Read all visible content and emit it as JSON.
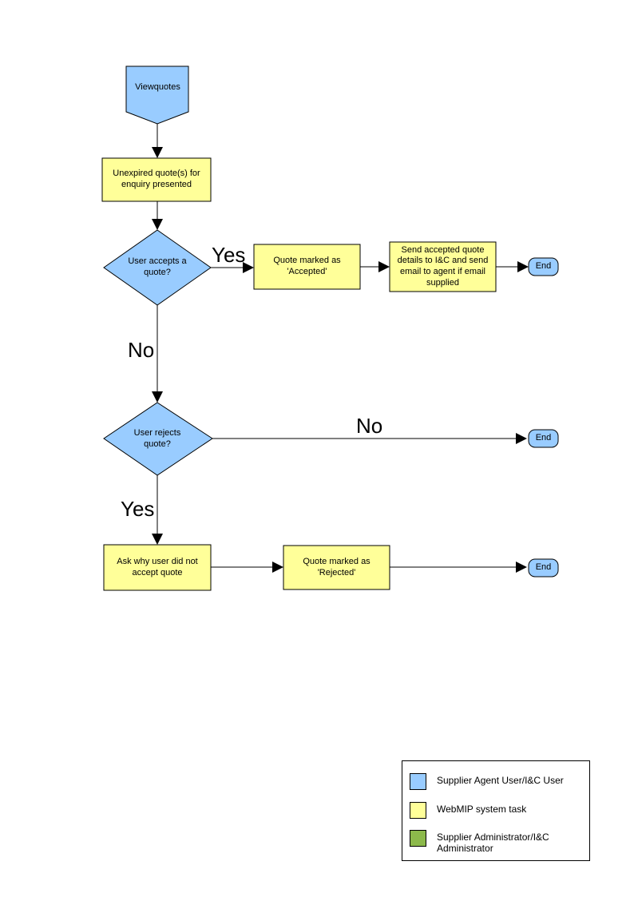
{
  "colors": {
    "user_role_fill": "#99CCFF",
    "system_task_fill": "#FFFF99",
    "admin_role_fill": "#8CB94B",
    "outline": "#000000"
  },
  "flow": {
    "start": "Viewquotes",
    "present_quotes": "Unexpired quote(s) for enquiry presented",
    "accept_decision": "User accepts a quote?",
    "accept_yes_label": "Yes",
    "accept_no_label": "No",
    "mark_accepted": "Quote  marked as 'Accepted'",
    "send_details": "Send accepted quote details to I&C and send email to agent if email supplied",
    "reject_decision": "User rejects quote?",
    "reject_no_label": "No",
    "reject_yes_label": "Yes",
    "ask_why": "Ask why user did not accept quote",
    "mark_rejected": "Quote  marked as 'Rejected'",
    "end_accept": "End",
    "end_reject_no": "End",
    "end_reject_yes": "End"
  },
  "legend": {
    "items": [
      {
        "label": "Supplier Agent User/I&C User",
        "color": "#99CCFF"
      },
      {
        "label": "WebMIP system task",
        "color": "#FFFF99"
      },
      {
        "label": "Supplier Administrator/I&C Administrator",
        "color": "#8CB94B"
      }
    ]
  }
}
